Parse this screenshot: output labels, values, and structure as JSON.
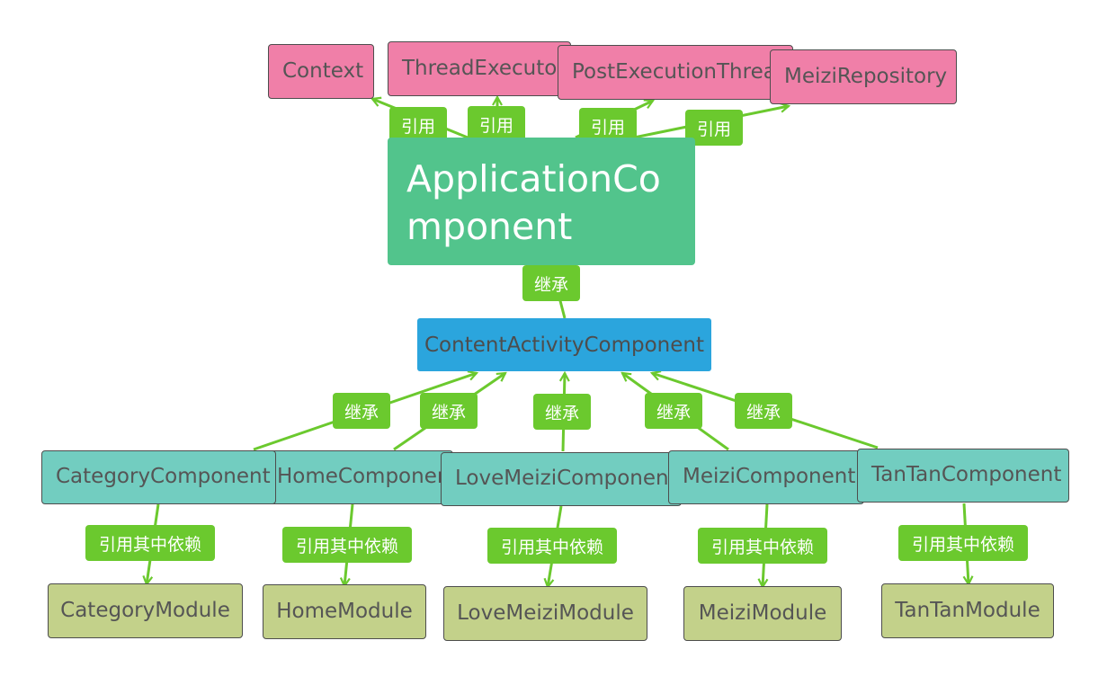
{
  "colors": {
    "edge": "#6bc92e",
    "label_bg": "#6bc92e",
    "external": "#f07fa8",
    "application_component": "#52c48c",
    "content_activity_component": "#2ba5dd",
    "component": "#72cdc0",
    "module": "#c3d18a"
  },
  "nodes": {
    "context": "Context",
    "thread_executor": "ThreadExecutor",
    "post_execution_thread": "PostExecutionThread",
    "meizi_repository": "MeiziRepository",
    "application_component": "ApplicationComponent",
    "content_activity_component": "ContentActivityComponent",
    "category_component": "CategoryComponent",
    "home_component": "HomeComponent",
    "love_meizi_component": "LoveMeiziComponent",
    "meizi_component": "MeiziComponent",
    "tantan_component": "TanTanComponent",
    "category_module": "CategoryModule",
    "home_module": "HomeModule",
    "love_meizi_module": "LoveMeiziModule",
    "meizi_module": "MeiziModule",
    "tantan_module": "TanTanModule"
  },
  "edge_labels": {
    "references": "引用",
    "inherits": "继承",
    "references_dependencies": "引用其中依赖"
  }
}
